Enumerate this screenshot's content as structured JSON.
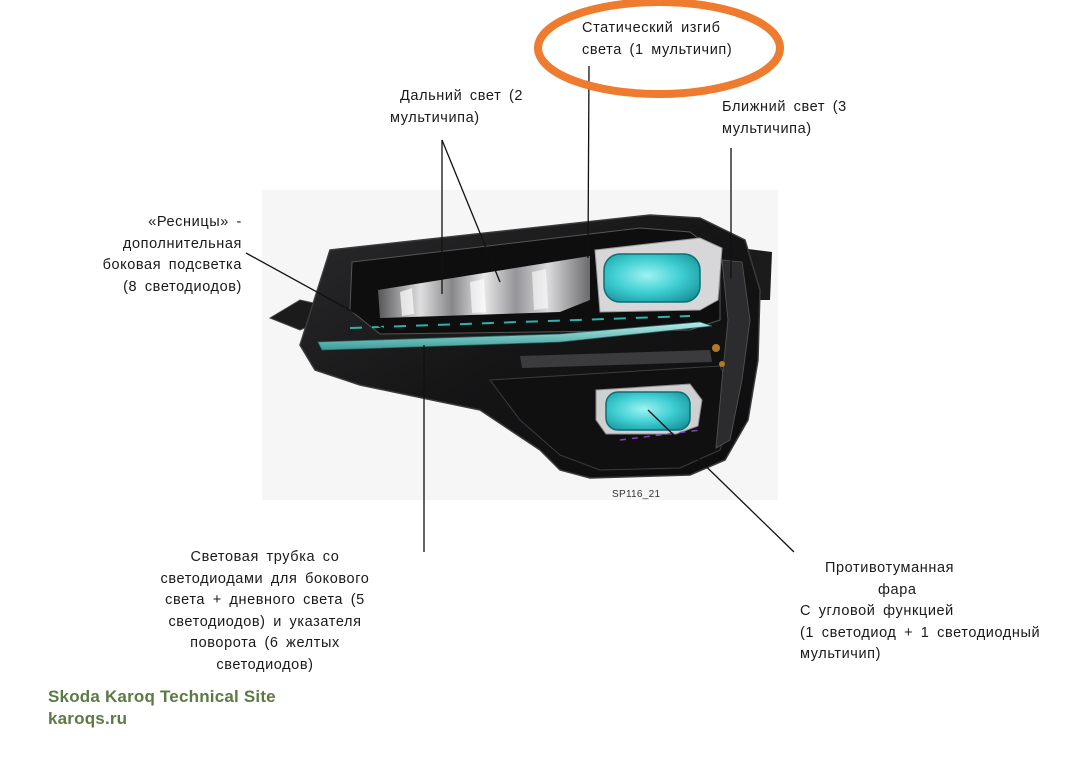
{
  "diagram": {
    "figure_code": "SP116_21",
    "labels": {
      "static_bend": [
        "Статический  изгиб",
        "света  (1 мультичип)"
      ],
      "high_beam": [
        "Дальний  свет  (2",
        "мультичипа)"
      ],
      "low_beam": [
        "Ближний  свет  (3",
        "мультичипа)"
      ],
      "eyelashes": [
        "«Ресницы»  -",
        "дополнительная",
        "боковая  подсветка",
        "(8  светодиодов)"
      ],
      "light_tube": [
        "Световая  трубка  со",
        "светодиодами  для  бокового",
        "света  + дневного  света  (5",
        "светодиодов)  и указателя",
        "поворота  (6  желтых",
        "светодиодов)"
      ],
      "fog_lamp": [
        "Противотуманная",
        "фара",
        "С угловой  функцией",
        "(1 светодиод   + 1 светодиодный",
        "мультичип)"
      ]
    },
    "highlight_color": "#ef7b2f",
    "module_color": "#3fcfd3"
  },
  "watermark": {
    "site_name": "Skoda Karoq Technical Site",
    "site_url": "karoqs.ru"
  }
}
